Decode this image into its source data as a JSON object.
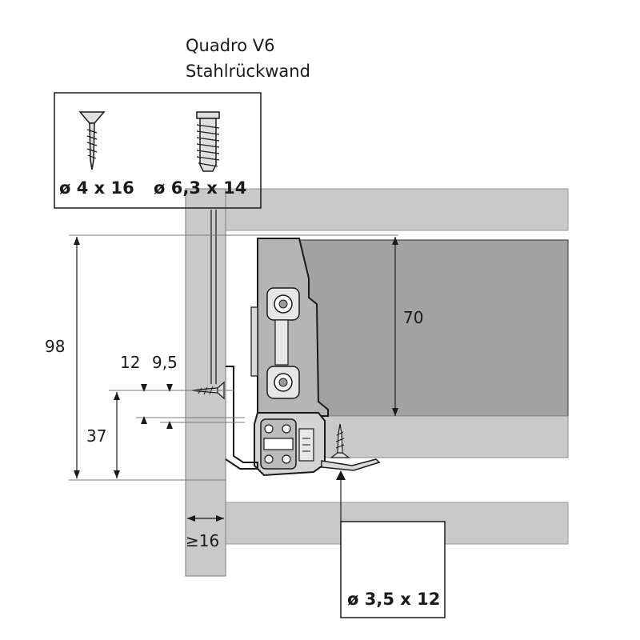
{
  "title": {
    "line1": "Quadro V6",
    "line2": "Stahlrückwand"
  },
  "screws": {
    "wood_screw": "ø 4 x 16",
    "system_screw": "ø 6,3 x 14",
    "bottom_screw": "ø 3,5 x 12"
  },
  "dimensions": {
    "total_height": "98",
    "side_height": "70",
    "offset_12": "12",
    "offset_9_5": "9,5",
    "height_37": "37",
    "min_thickness": "≥16"
  },
  "colors": {
    "panel": "#c9c9c9",
    "panel_edge": "#8c8c8c",
    "drawer_side": "#a2a2a2",
    "line": "#1a1a1a"
  }
}
